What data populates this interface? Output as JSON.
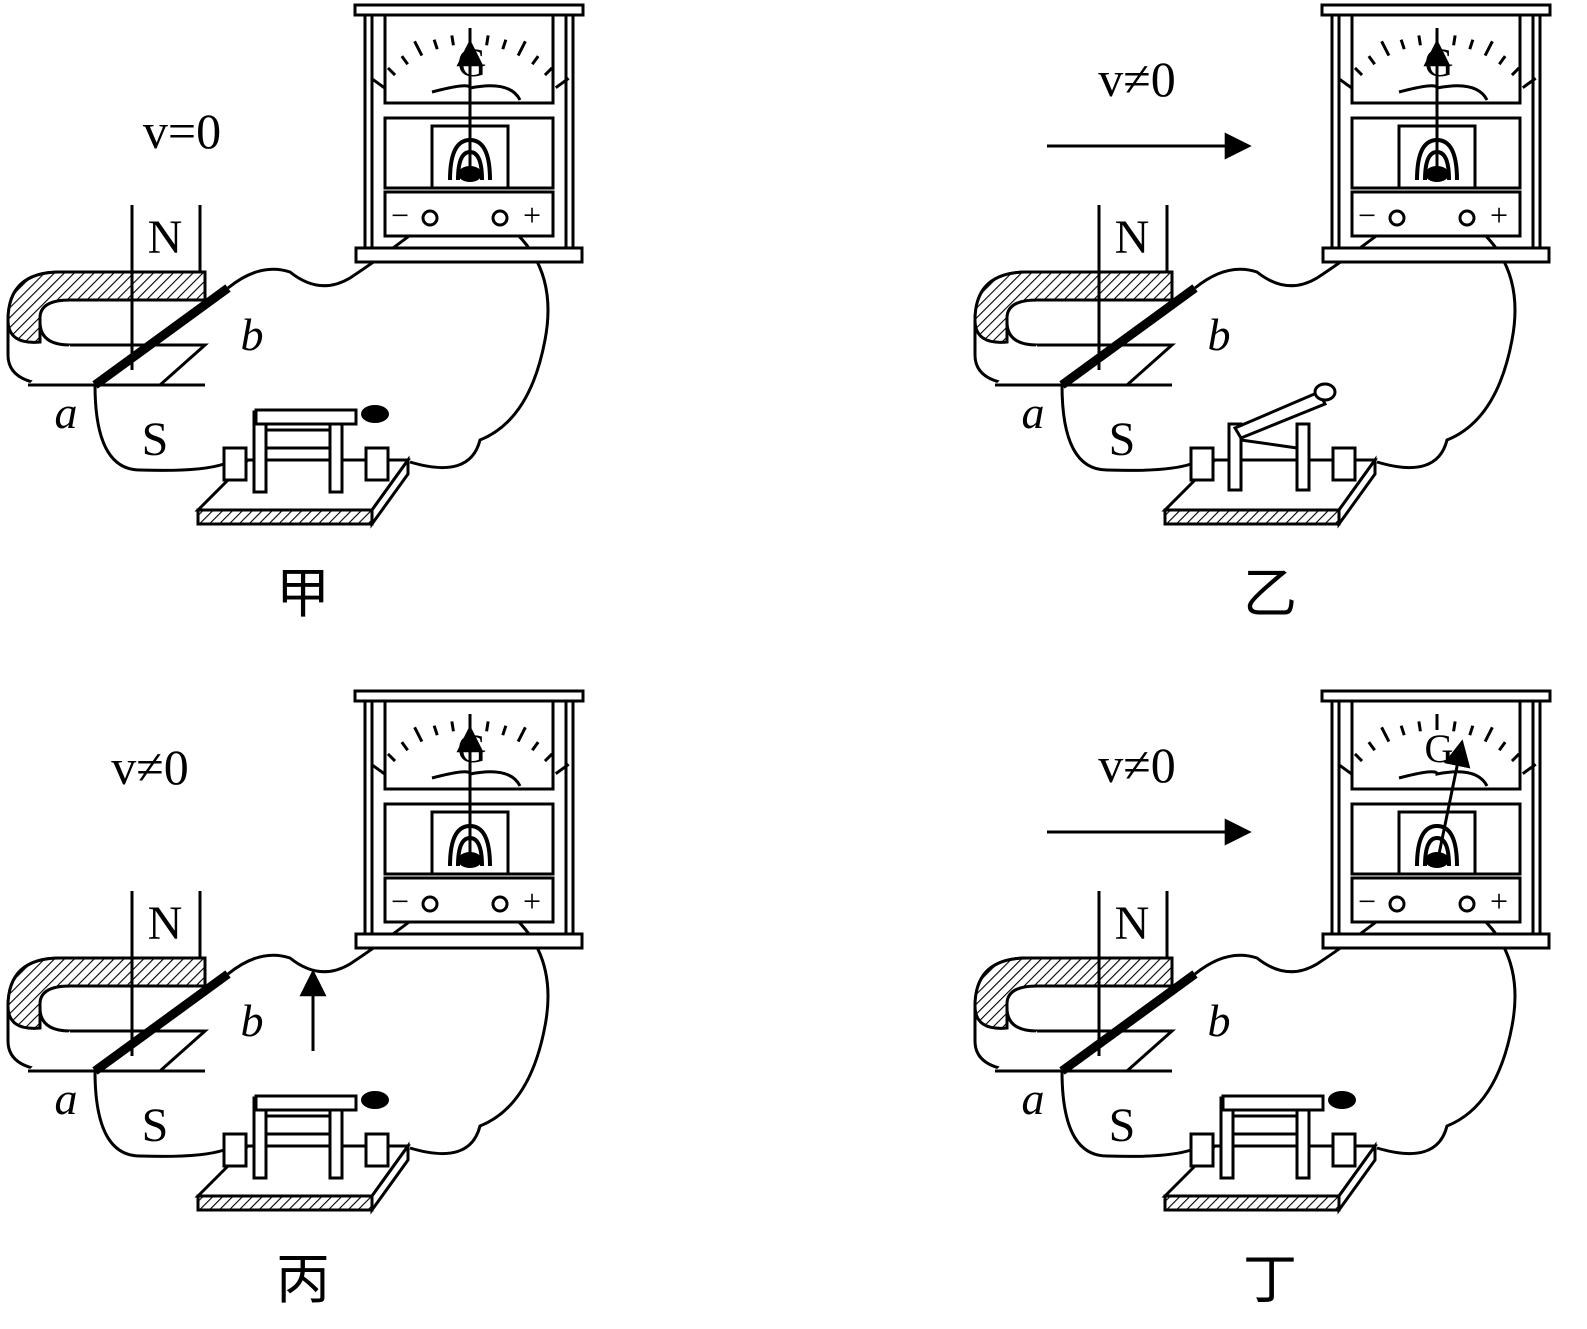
{
  "panels": [
    {
      "id": "jia",
      "caption": "甲",
      "velocity_label": "v=0",
      "velocity_arrow": "none",
      "switch_state": "closed",
      "needle_deflected": false
    },
    {
      "id": "yi",
      "caption": "乙",
      "velocity_label": "v≠0",
      "velocity_arrow": "right",
      "switch_state": "open",
      "needle_deflected": false
    },
    {
      "id": "bing",
      "caption": "丙",
      "velocity_label": "v≠0",
      "velocity_arrow": "up",
      "switch_state": "closed",
      "needle_deflected": false
    },
    {
      "id": "ding",
      "caption": "丁",
      "velocity_label": "v≠0",
      "velocity_arrow": "right",
      "switch_state": "closed",
      "needle_deflected": true
    }
  ],
  "labels": {
    "north_pole": "N",
    "south_pole": "S",
    "rod_end_a": "a",
    "rod_end_b": "b",
    "galvanometer": "G",
    "terminal_minus": "−",
    "terminal_plus": "+"
  },
  "colors": {
    "ink": "#000000",
    "background": "#ffffff"
  }
}
